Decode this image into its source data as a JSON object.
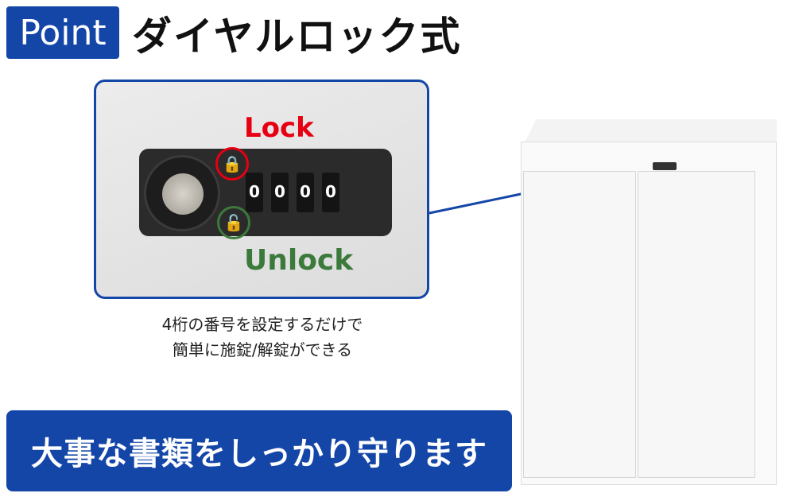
{
  "header": {
    "badge": "Point",
    "title": "ダイヤルロック式"
  },
  "lock_photo": {
    "lock_label": "Lock",
    "unlock_label": "Unlock",
    "dial_digits": [
      "0",
      "0",
      "0",
      "0"
    ],
    "lock_color": "#e60012",
    "unlock_color": "#3b7a3a"
  },
  "caption": {
    "line1": "4桁の番号を設定するだけで",
    "line2": "簡単に施錠/解錠ができる"
  },
  "banner": {
    "text": "大事な書類をしっかり守ります"
  },
  "colors": {
    "accent": "#1446a8"
  }
}
